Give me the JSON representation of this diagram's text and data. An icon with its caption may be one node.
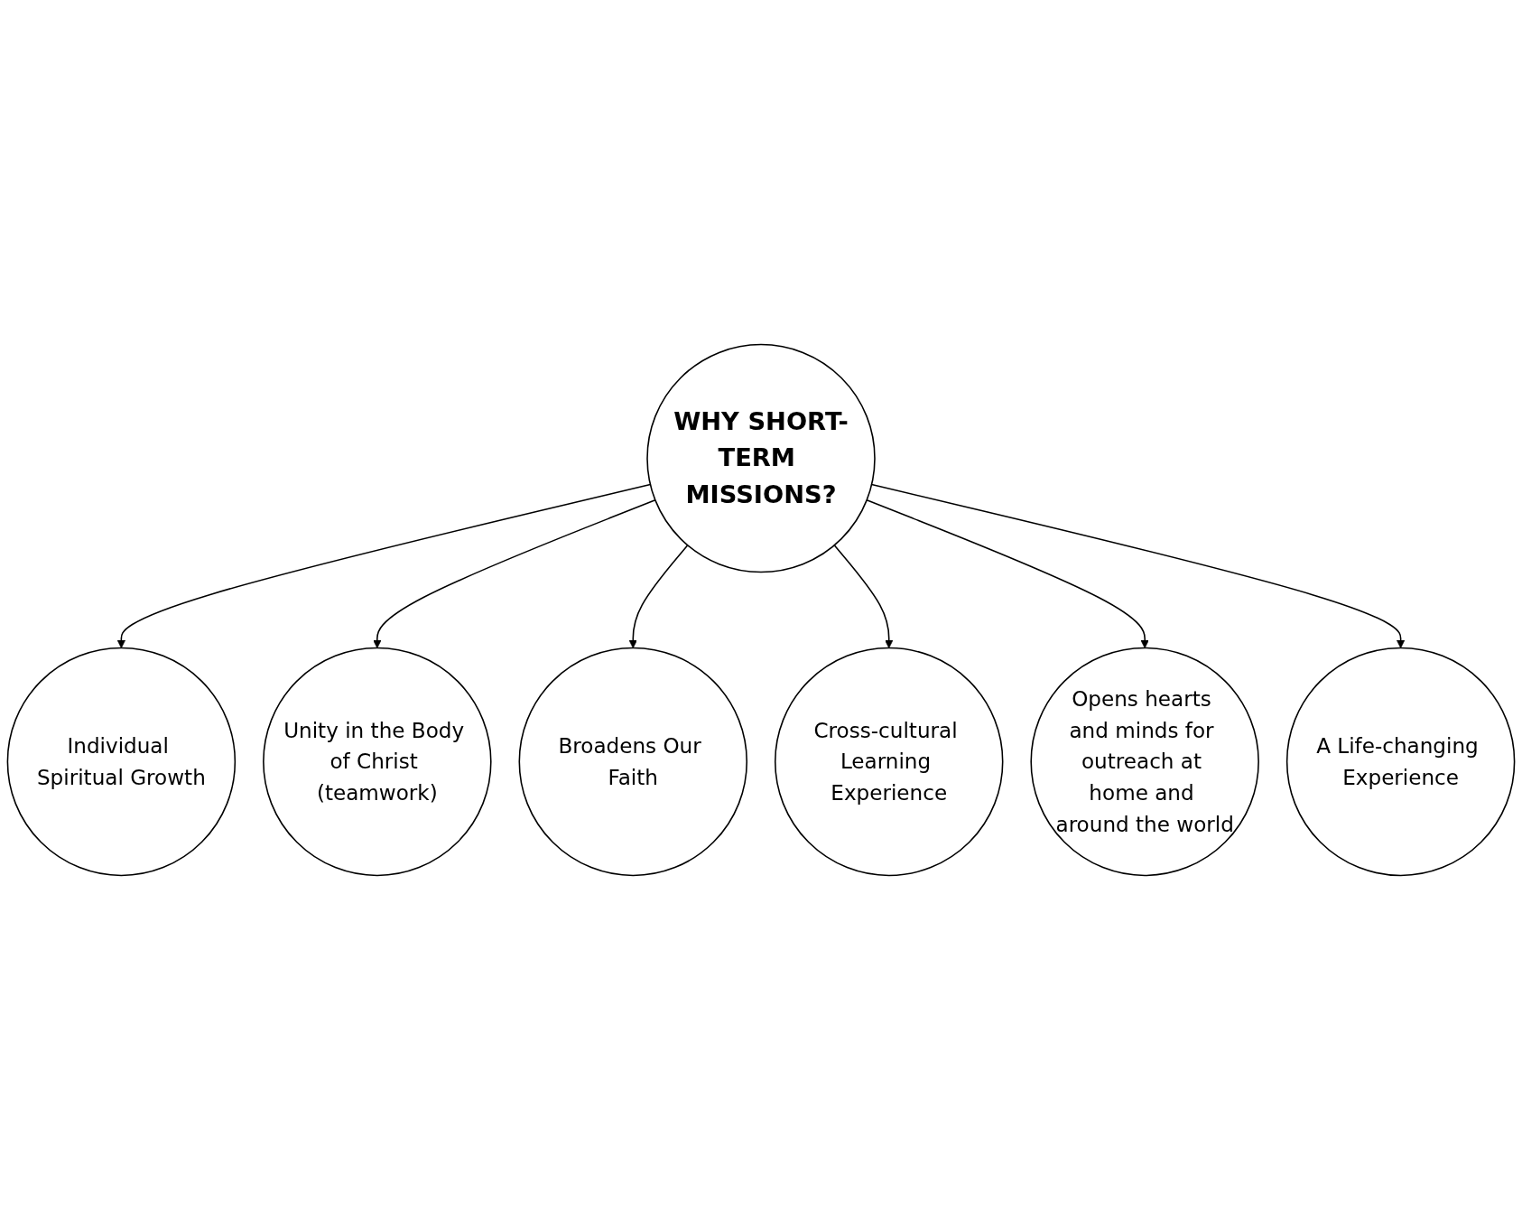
{
  "diagram": {
    "nodes": [
      {
        "text": [
          "Individual Spiritual Growth"
        ]
      },
      {
        "text": [
          "A Life-changing Experience"
        ]
      },
      {
        "text": [
          "Unity in the Body of Christ (teamwork)"
        ]
      },
      {
        "text": [
          "WHY SHORT-TERM MISSIONS?"
        ]
      },
      {
        "text": [
          "Opens hearts and minds for outreach at home and around the world"
        ]
      },
      {
        "text": [
          "Broadens Our Faith"
        ]
      },
      {
        "text": [
          "Cross-cultural Learning Experience"
        ]
      }
    ],
    "edges": [
      {
        "from": 3,
        "to": 0,
        "arrow": "to"
      },
      {
        "from": 3,
        "to": 2,
        "arrow": "to"
      },
      {
        "from": 3,
        "to": 5,
        "arrow": "to"
      },
      {
        "from": 3,
        "to": 6,
        "arrow": "to"
      },
      {
        "from": 3,
        "to": 4,
        "arrow": "to"
      },
      {
        "from": 3,
        "to": 1,
        "arrow": "to"
      }
    ]
  }
}
